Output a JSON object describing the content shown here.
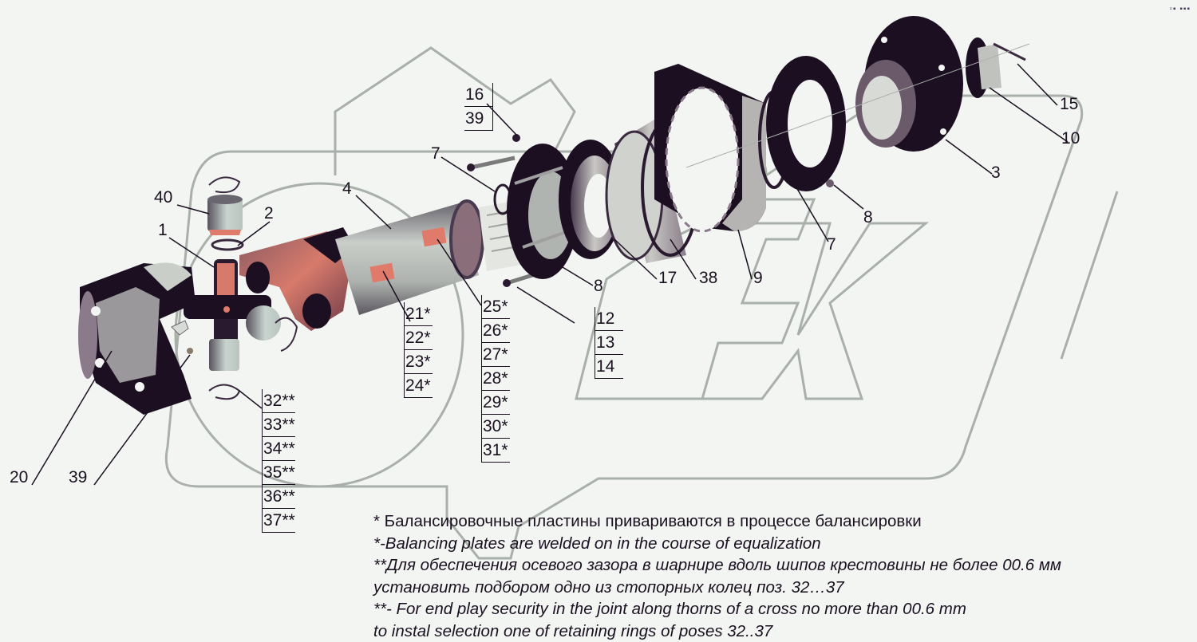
{
  "diagram": {
    "type": "exploded-parts-view",
    "subject": "cardan shaft assembly",
    "watermark": "OPEX",
    "colors": {
      "background": "#f3f5f2",
      "watermark_outline": "#a9b0aa",
      "part_dark": "#1c0f22",
      "part_grey": "#b9bcb8",
      "part_accent": "#e07a6a",
      "leader": "#1a1020"
    }
  },
  "corner_mark": "▫▪ ▪▪▪",
  "callouts": {
    "c1": "1",
    "c2": "2",
    "c3": "3",
    "c4": "4",
    "c7a": "7",
    "c7b": "7",
    "c8a": "8",
    "c8b": "8",
    "c9": "9",
    "c10": "10",
    "c15": "15",
    "c17": "17",
    "c38": "38",
    "c40": "40",
    "c20": "20",
    "c39b": "39"
  },
  "stacks": {
    "s16": [
      "16",
      "39"
    ],
    "s12": [
      "12",
      "13",
      "14"
    ],
    "s21": [
      "21*",
      "22*",
      "23*",
      "24*"
    ],
    "s25": [
      "25*",
      "26*",
      "27*",
      "28*",
      "29*",
      "30*",
      "31*"
    ],
    "s32": [
      "32**",
      "33**",
      "34**",
      "35**",
      "36**",
      "37**"
    ]
  },
  "notes": {
    "n1": "* Балансировочные пластины привариваются в процессе балансировки",
    "n2": "*-Balancing plates are welded on in the course of equalization",
    "n3": "**Для обеспечения осевого зазора в шарнире вдоль шипов крестовины не более 00.6 мм",
    "n4": "установить подбором одно из стопорных колец поз. 32…37",
    "n5": "**-  For end play security in the joint along thorns of a cross no more than 00.6 mm",
    "n6": "to instal selection one of retaining rings of poses 32..37"
  }
}
